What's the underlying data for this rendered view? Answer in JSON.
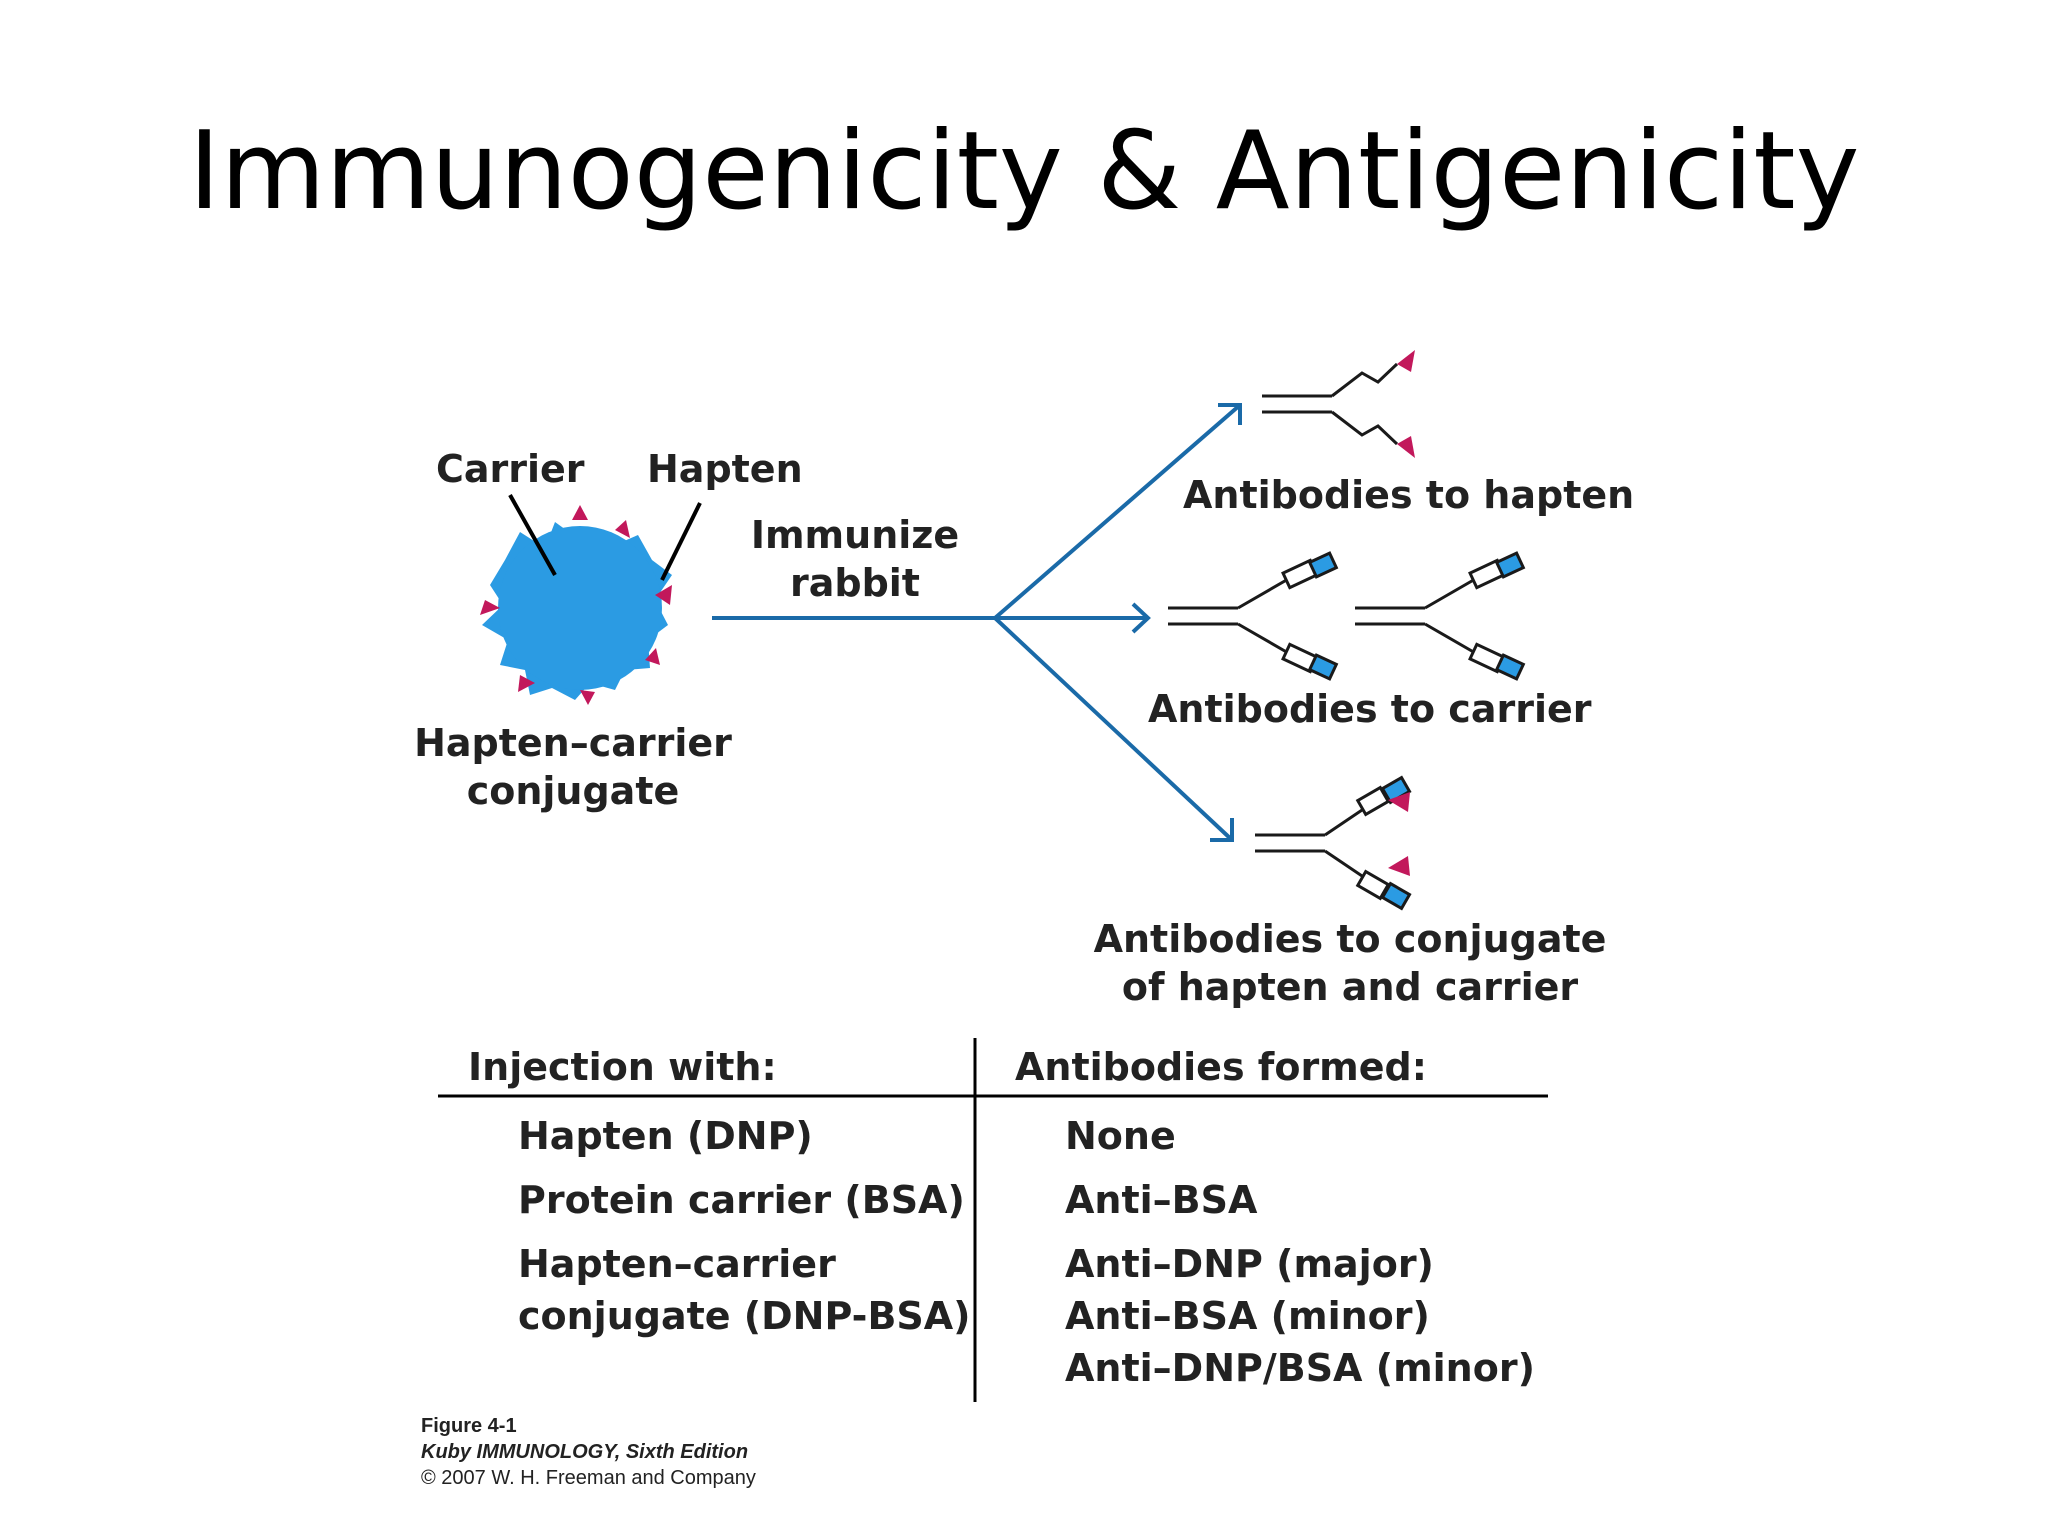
{
  "title": "Immunogenicity & Antigenicity",
  "diagram": {
    "carrier_label": "Carrier",
    "hapten_label": "Hapten",
    "conjugate_label_line1": "Hapten–carrier",
    "conjugate_label_line2": "conjugate",
    "immunize_line1": "Immunize",
    "immunize_line2": "rabbit",
    "outcome_hapten": "Antibodies to hapten",
    "outcome_carrier": "Antibodies to carrier",
    "outcome_conjugate_line1": "Antibodies to conjugate",
    "outcome_conjugate_line2": "of hapten and carrier",
    "colors": {
      "carrier": "#2b9be3",
      "hapten": "#c2185b",
      "arrow": "#1a6aa8",
      "outline": "#1a1a1a"
    }
  },
  "table": {
    "header_left": "Injection with:",
    "header_right": "Antibodies formed:",
    "rows": [
      {
        "injection": [
          "Hapten (DNP)"
        ],
        "antibodies": [
          "None"
        ]
      },
      {
        "injection": [
          "Protein carrier (BSA)"
        ],
        "antibodies": [
          "Anti–BSA"
        ]
      },
      {
        "injection": [
          "Hapten–carrier",
          "conjugate (DNP-BSA)"
        ],
        "antibodies": [
          "Anti–DNP (major)",
          "Anti–BSA (minor)",
          "Anti–DNP/BSA (minor)"
        ]
      }
    ]
  },
  "credit": {
    "figure": "Figure 4-1",
    "book": "Kuby IMMUNOLOGY, Sixth Edition",
    "copyright": "© 2007 W. H. Freeman and Company"
  }
}
